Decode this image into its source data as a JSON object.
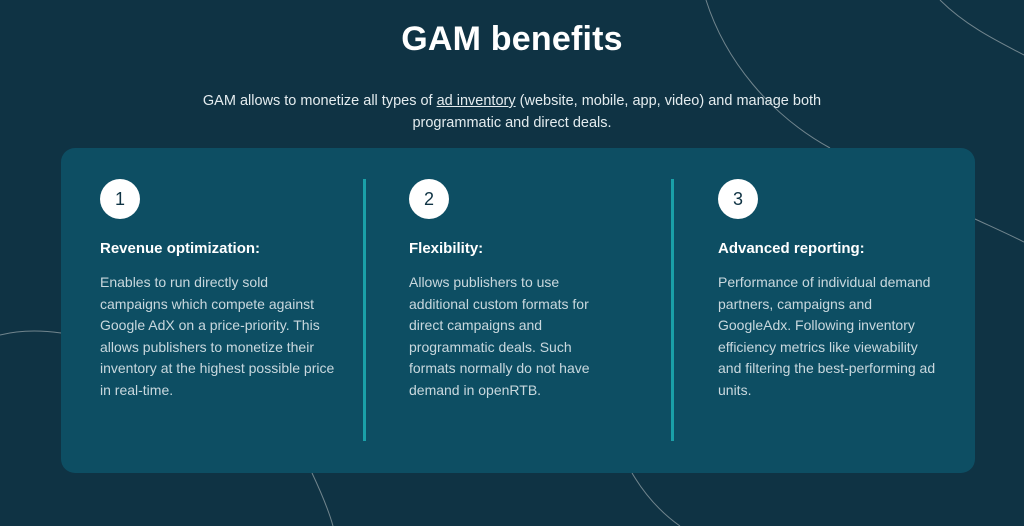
{
  "header": {
    "title": "GAM benefits",
    "subtitle_before": "GAM allows to monetize all types of ",
    "subtitle_link": "ad inventory",
    "subtitle_after": " (website, mobile, app, video) and manage both programmatic and direct deals."
  },
  "benefits": [
    {
      "number": "1",
      "heading": "Revenue optimization:",
      "text": "Enables to run directly sold campaigns which compete against Google AdX on a price-priority. This allows publishers to monetize their inventory at the highest possible price in real-time."
    },
    {
      "number": "2",
      "heading": "Flexibility:",
      "text": "Allows publishers to use additional custom formats for direct campaigns and programmatic deals. Such formats normally do not have demand in openRTB."
    },
    {
      "number": "3",
      "heading": "Advanced reporting:",
      "text": "Performance of individual demand partners, campaigns and GoogleAdx. Following inventory efficiency metrics like viewability and filtering the best-performing ad units."
    }
  ],
  "colors": {
    "background": "#0f3344",
    "card": "#0d4e63",
    "divider": "#1aa0a8"
  }
}
